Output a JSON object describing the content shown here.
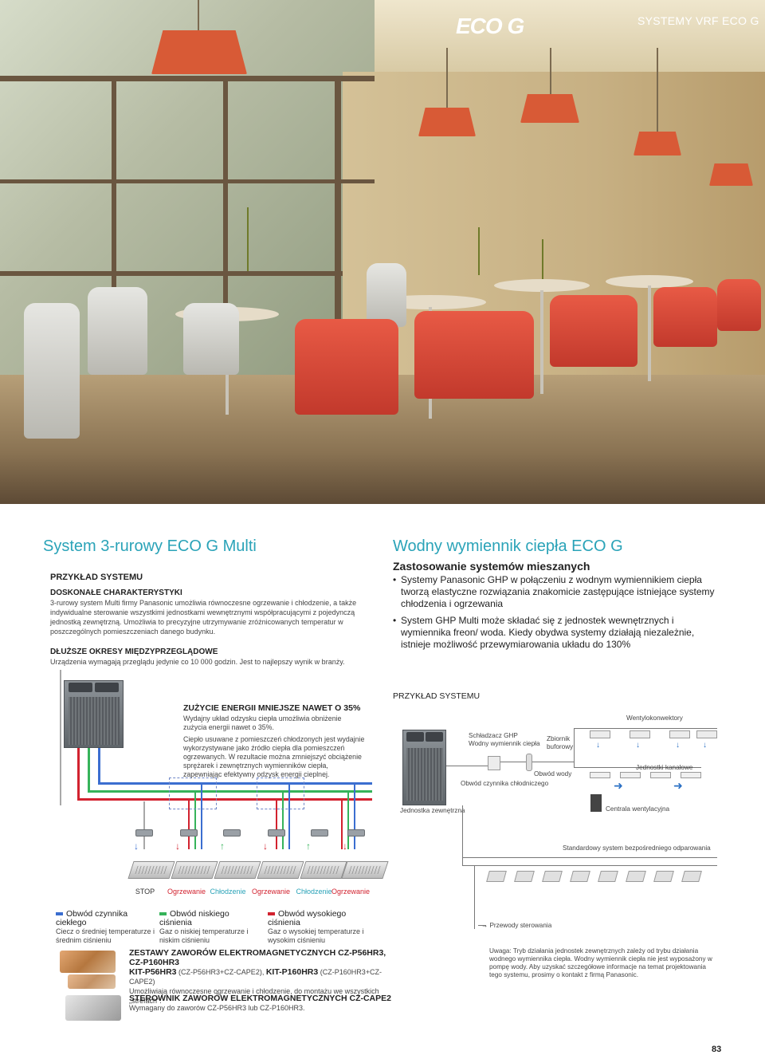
{
  "header": {
    "brand": "ECO G",
    "section": "SYSTEMY VRF ECO G"
  },
  "left": {
    "title": "System 3-rurowy ECO G Multi",
    "example_label": "PRZYKŁAD SYSTEMU",
    "features_title": "DOSKONAŁE CHARAKTERYSTYKI",
    "features_text": "3-rurowy system Multi firmy Panasonic umożliwia równoczesne ogrzewanie i chłodzenie, a także indywidualne sterowanie wszystkimi jednostkami wewnętrznymi współpracującymi z pojedynczą jednostką zewnętrzną. Umożliwia to precyzyjne utrzymywanie zróżnicowanych temperatur w poszczególnych pomieszczeniach danego budynku.",
    "service_title": "DŁUŻSZE OKRESY MIĘDZYPRZEGLĄDOWE",
    "service_text": "Urządzenia wymagają przeglądu jedynie co 10 000 godzin. Jest to najlepszy wynik w branży."
  },
  "energy_box": {
    "title": "ZUŻYCIE ENERGII MNIEJSZE NAWET O 35%",
    "text1": "Wydajny układ odzysku ciepła umożliwia obniżenie zużycia energii nawet o 35%.",
    "text2": "Ciepło usuwane z pomieszczeń chłodzonych jest wydajnie wykorzystywane jako źródło ciepła dla pomieszczeń ogrzewanych. W rezultacie można zmniejszyć obciążenie sprężarek i zewnętrznych wymienników ciepła, zapewniając efektywny odzysk energii cieplnej."
  },
  "modes": [
    "STOP",
    "Ogrzewanie",
    "Chłodzenie",
    "Ogrzewanie",
    "Chłodzenie",
    "Ogrzewanie"
  ],
  "legend": [
    {
      "title": "Obwód czynnika ciekłego",
      "text": "Ciecz o średniej temperaturze i średnim ciśnieniu",
      "color": "#3b6ed0"
    },
    {
      "title": "Obwód niskiego ciśnienia",
      "text": "Gaz o niskiej temperaturze i niskim ciśnieniu",
      "color": "#36b35a"
    },
    {
      "title": "Obwód wysokiego ciśnienia",
      "text": "Gaz o wysokiej temperaturze i wysokim ciśnieniu",
      "color": "#d2222f"
    }
  ],
  "right": {
    "title": "Wodny wymiennik ciepła ECO G",
    "subtitle": "Zastosowanie systemów mieszanych",
    "bullet1": "Systemy Panasonic GHP w połączeniu z wodnym wymiennikiem ciepła tworzą elastyczne rozwiązania znakomicie zastępujące istniejące systemy chłodzenia i ogrzewania",
    "bullet2": "System GHP Multi może składać się z jednostek wewnętrznych i wymiennika freon/ woda. Kiedy obydwa systemy działają niezależnie, istnieje możliwość przewymiarowania układu do 130%",
    "example_label": "PRZYKŁAD SYSTEMU"
  },
  "diagram_right": {
    "wentylokonwektory": "Wentylokonwektory",
    "chiller_1": "Schładzacz GHP",
    "chiller_2": "Wodny wymiennik ciepła",
    "buffer_1": "Zbiornik",
    "buffer_2": "buforowy",
    "water_circuit": "Obwód wody",
    "refrigerant_circuit": "Obwód czynnika chłodniczego",
    "ducted_units": "Jednostki kanałowe",
    "outdoor_unit": "Jednostka zewnętrzna",
    "ventilation": "Centrala wentylacyjna",
    "standard_system": "Standardowy system bezpośredniego odparowania",
    "control_wires": "Przewody sterowania"
  },
  "note": {
    "label": "Uwaga:",
    "text": "Tryb działania jednostek zewnętrznych zależy od trybu działania wodnego wymiennika ciepła. Wodny wymiennik ciepła nie jest wyposażony w pompę wody. Aby uzyskać szczegółowe informacje na temat projektowania tego systemu, prosimy o kontakt z firmą Panasonic."
  },
  "product1": {
    "title1": "ZESTAWY ZAWORÓW ELEKTROMAGNETYCZNYCH CZ-P56HR3, CZ-P160HR3",
    "kit1": "KIT-P56HR3",
    "kit1_detail": "(CZ-P56HR3+CZ-CAPE2),",
    "kit2": "KIT-P160HR3",
    "kit2_detail": "(CZ-P160HR3+CZ-CAPE2)",
    "text": "Umożliwiają równoczesne ogrzewanie i chłodzenie, do montażu we wszystkich „strefach\"."
  },
  "product2": {
    "title": "STEROWNIK ZAWORÓW ELEKTROMAGNETYCZNYCH CZ-CAPE2",
    "text": "Wymagany do zaworów CZ-P56HR3 lub CZ-P160HR3."
  },
  "page_number": "83"
}
